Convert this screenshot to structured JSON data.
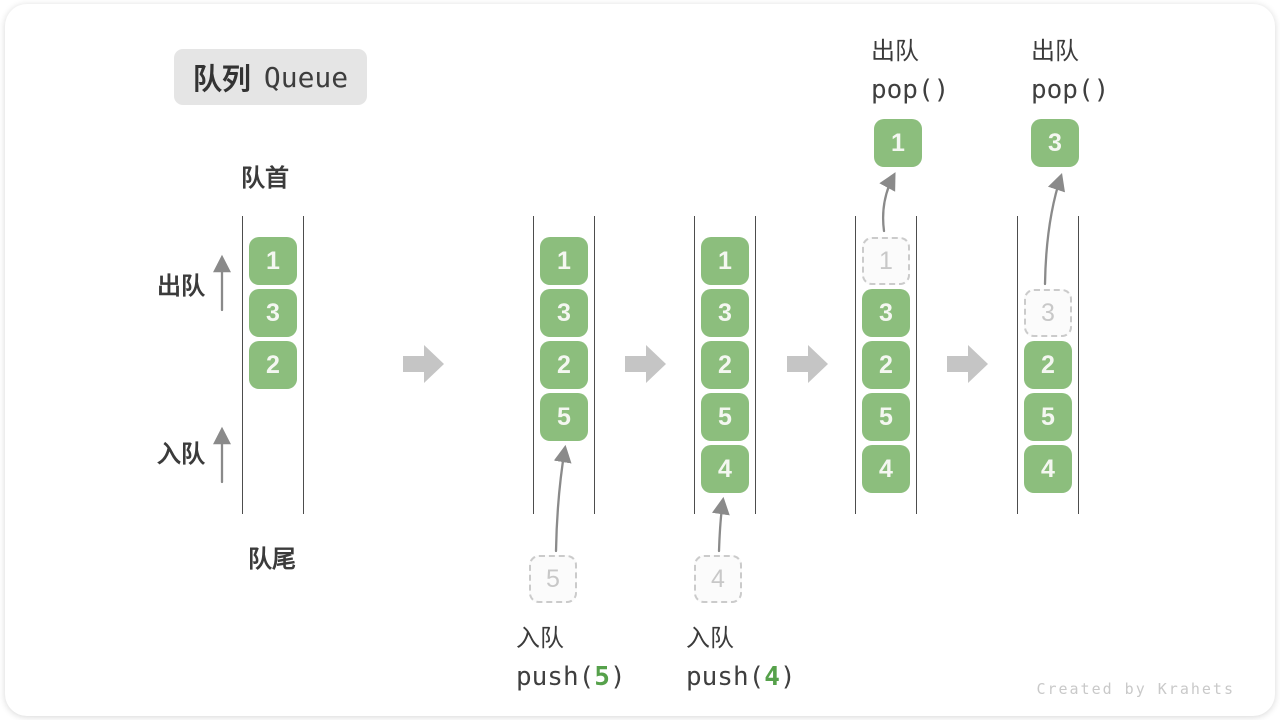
{
  "title": {
    "zh": "队列",
    "en": "Queue"
  },
  "side_labels": {
    "front": "队首",
    "rear": "队尾",
    "dequeue": "出队",
    "enqueue": "入队"
  },
  "watermark": "Created by Krahets",
  "colors": {
    "item_green": "#8cbe7d",
    "item_text": "#f4f7f1",
    "code_arg_green": "#56a14b",
    "flow_arrow": "#c5c5c5",
    "thin_arrow": "#8a8a8a",
    "dashed_border": "#cbcbcb",
    "dashed_text": "#c8c8c8",
    "label_dark": "#3b3b3b",
    "badge_bg": "#e5e5e5"
  },
  "diagram": {
    "states": [
      {
        "items": [
          {
            "slot": 0,
            "value": "1",
            "variant": "solid"
          },
          {
            "slot": 1,
            "value": "3",
            "variant": "solid"
          },
          {
            "slot": 2,
            "value": "2",
            "variant": "solid"
          }
        ]
      },
      {
        "items": [
          {
            "slot": 0,
            "value": "1",
            "variant": "solid"
          },
          {
            "slot": 1,
            "value": "3",
            "variant": "solid"
          },
          {
            "slot": 2,
            "value": "2",
            "variant": "solid"
          },
          {
            "slot": 3,
            "value": "5",
            "variant": "solid"
          }
        ],
        "pending_value": "5",
        "op": {
          "label": "入队",
          "code_before": "push(",
          "code_arg": "5",
          "code_after": ")",
          "position": "below"
        }
      },
      {
        "items": [
          {
            "slot": 0,
            "value": "1",
            "variant": "solid"
          },
          {
            "slot": 1,
            "value": "3",
            "variant": "solid"
          },
          {
            "slot": 2,
            "value": "2",
            "variant": "solid"
          },
          {
            "slot": 3,
            "value": "5",
            "variant": "solid"
          },
          {
            "slot": 4,
            "value": "4",
            "variant": "solid"
          }
        ],
        "pending_value": "4",
        "op": {
          "label": "入队",
          "code_before": "push(",
          "code_arg": "4",
          "code_after": ")",
          "position": "below"
        }
      },
      {
        "items": [
          {
            "slot": 0,
            "value": "1",
            "variant": "dashed"
          },
          {
            "slot": 1,
            "value": "3",
            "variant": "solid"
          },
          {
            "slot": 2,
            "value": "2",
            "variant": "solid"
          },
          {
            "slot": 3,
            "value": "5",
            "variant": "solid"
          },
          {
            "slot": 4,
            "value": "4",
            "variant": "solid"
          }
        ],
        "popped_value": "1",
        "op": {
          "label": "出队",
          "code_before": "pop()",
          "code_arg": "",
          "code_after": "",
          "position": "above"
        }
      },
      {
        "items": [
          {
            "slot": 1,
            "value": "3",
            "variant": "dashed"
          },
          {
            "slot": 2,
            "value": "2",
            "variant": "solid"
          },
          {
            "slot": 3,
            "value": "5",
            "variant": "solid"
          },
          {
            "slot": 4,
            "value": "4",
            "variant": "solid"
          }
        ],
        "popped_value": "3",
        "op": {
          "label": "出队",
          "code_before": "pop()",
          "code_arg": "",
          "code_after": "",
          "position": "above"
        }
      }
    ]
  }
}
